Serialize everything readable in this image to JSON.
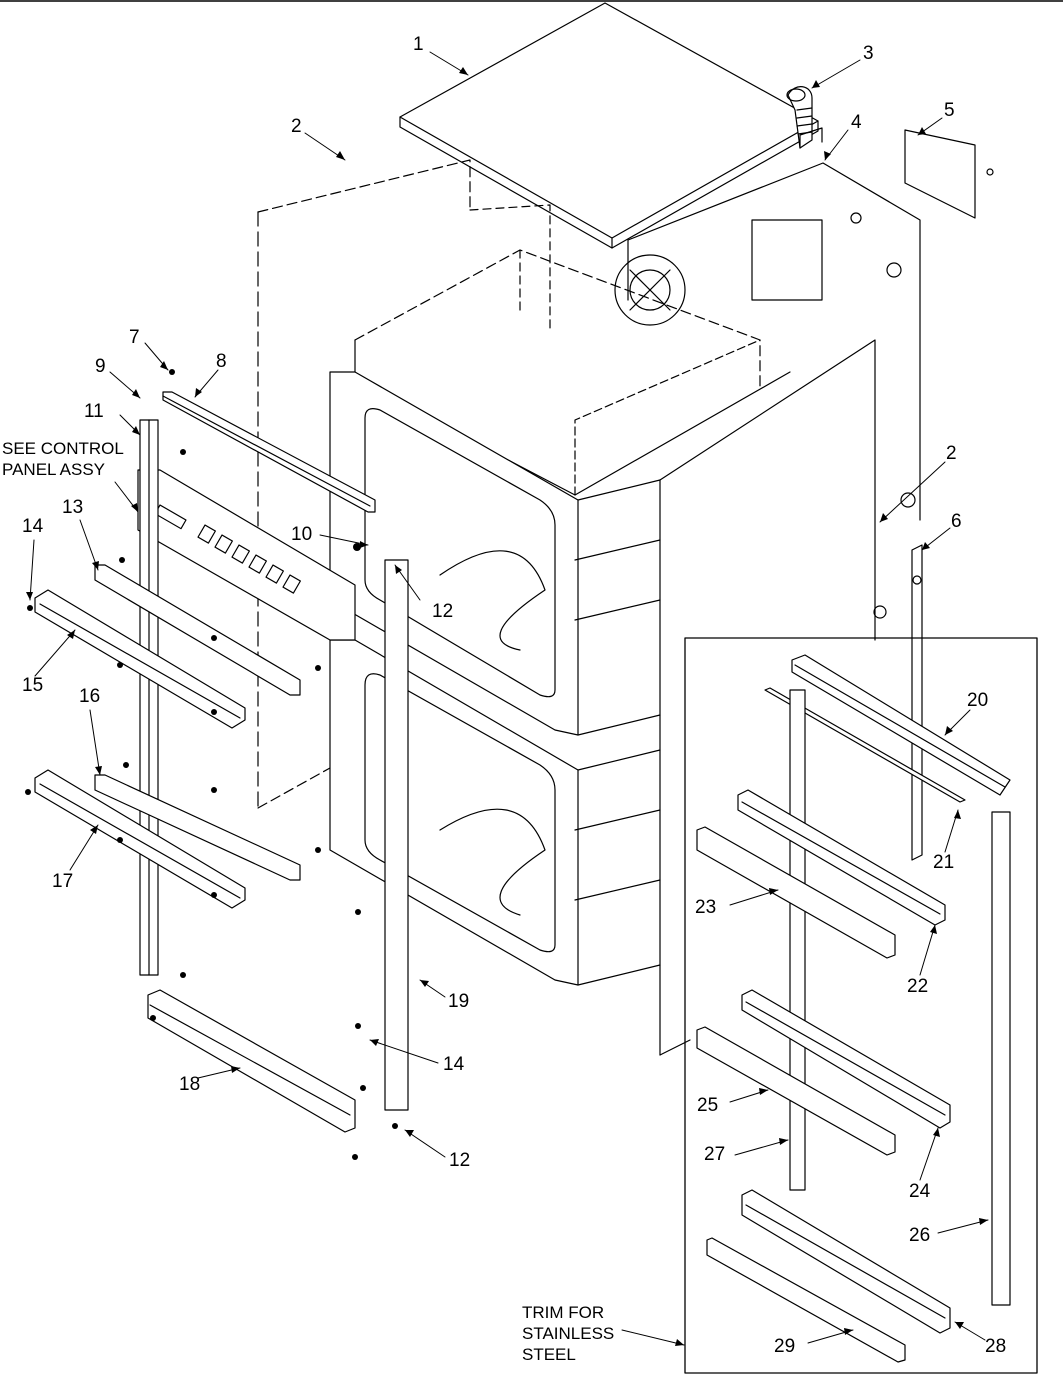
{
  "labels": {
    "p1": "1",
    "p2a": "2",
    "p2b": "2",
    "p3": "3",
    "p4": "4",
    "p5": "5",
    "p6": "6",
    "p7": "7",
    "p8": "8",
    "p9": "9",
    "p10": "10",
    "p11": "11",
    "p12a": "12",
    "p12b": "12",
    "p13": "13",
    "p14a": "14",
    "p14b": "14",
    "p15": "15",
    "p16": "16",
    "p17": "17",
    "p18": "18",
    "p19": "19",
    "p20": "20",
    "p21": "21",
    "p22": "22",
    "p23": "23",
    "p24": "24",
    "p25": "25",
    "p26": "26",
    "p27": "27",
    "p28": "28",
    "p29": "29"
  },
  "notes": {
    "control_panel_line1": "SEE CONTROL",
    "control_panel_line2": "PANEL ASSY",
    "trim_line1": "TRIM FOR",
    "trim_line2": "STAINLESS",
    "trim_line3": "STEEL"
  },
  "colors": {
    "ink": "#000000",
    "paper": "#ffffff"
  }
}
